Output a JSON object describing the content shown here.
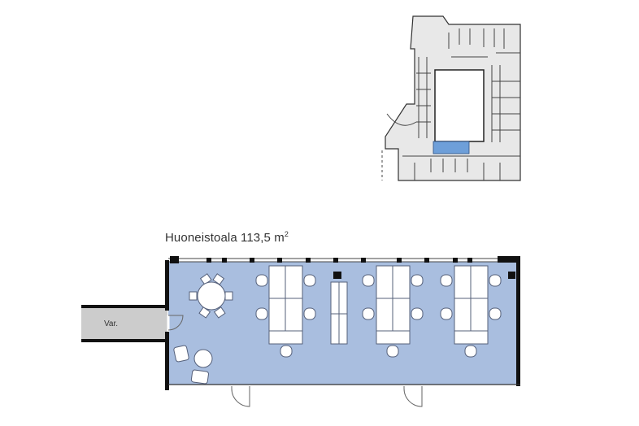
{
  "plan": {
    "area_label": "Huoneistoala 113,5 m",
    "area_unit_sup": "2",
    "storage_label": "Var."
  },
  "colors": {
    "room_fill": "#a9bedf",
    "highlight_fill": "#6e9fd9",
    "wall": "#111111",
    "keyplan_fill": "#e8e8e8",
    "storage_fill": "#cccccc",
    "furniture_fill": "#ffffff",
    "furniture_stroke": "#55607a"
  },
  "keyplan": {
    "highlight": "selected-unit"
  },
  "furniture": {
    "round_table_chairs": 6,
    "desk_groups": 3,
    "chairs_per_desk_group": 5,
    "lounge_chairs": 2,
    "doors": 3
  }
}
